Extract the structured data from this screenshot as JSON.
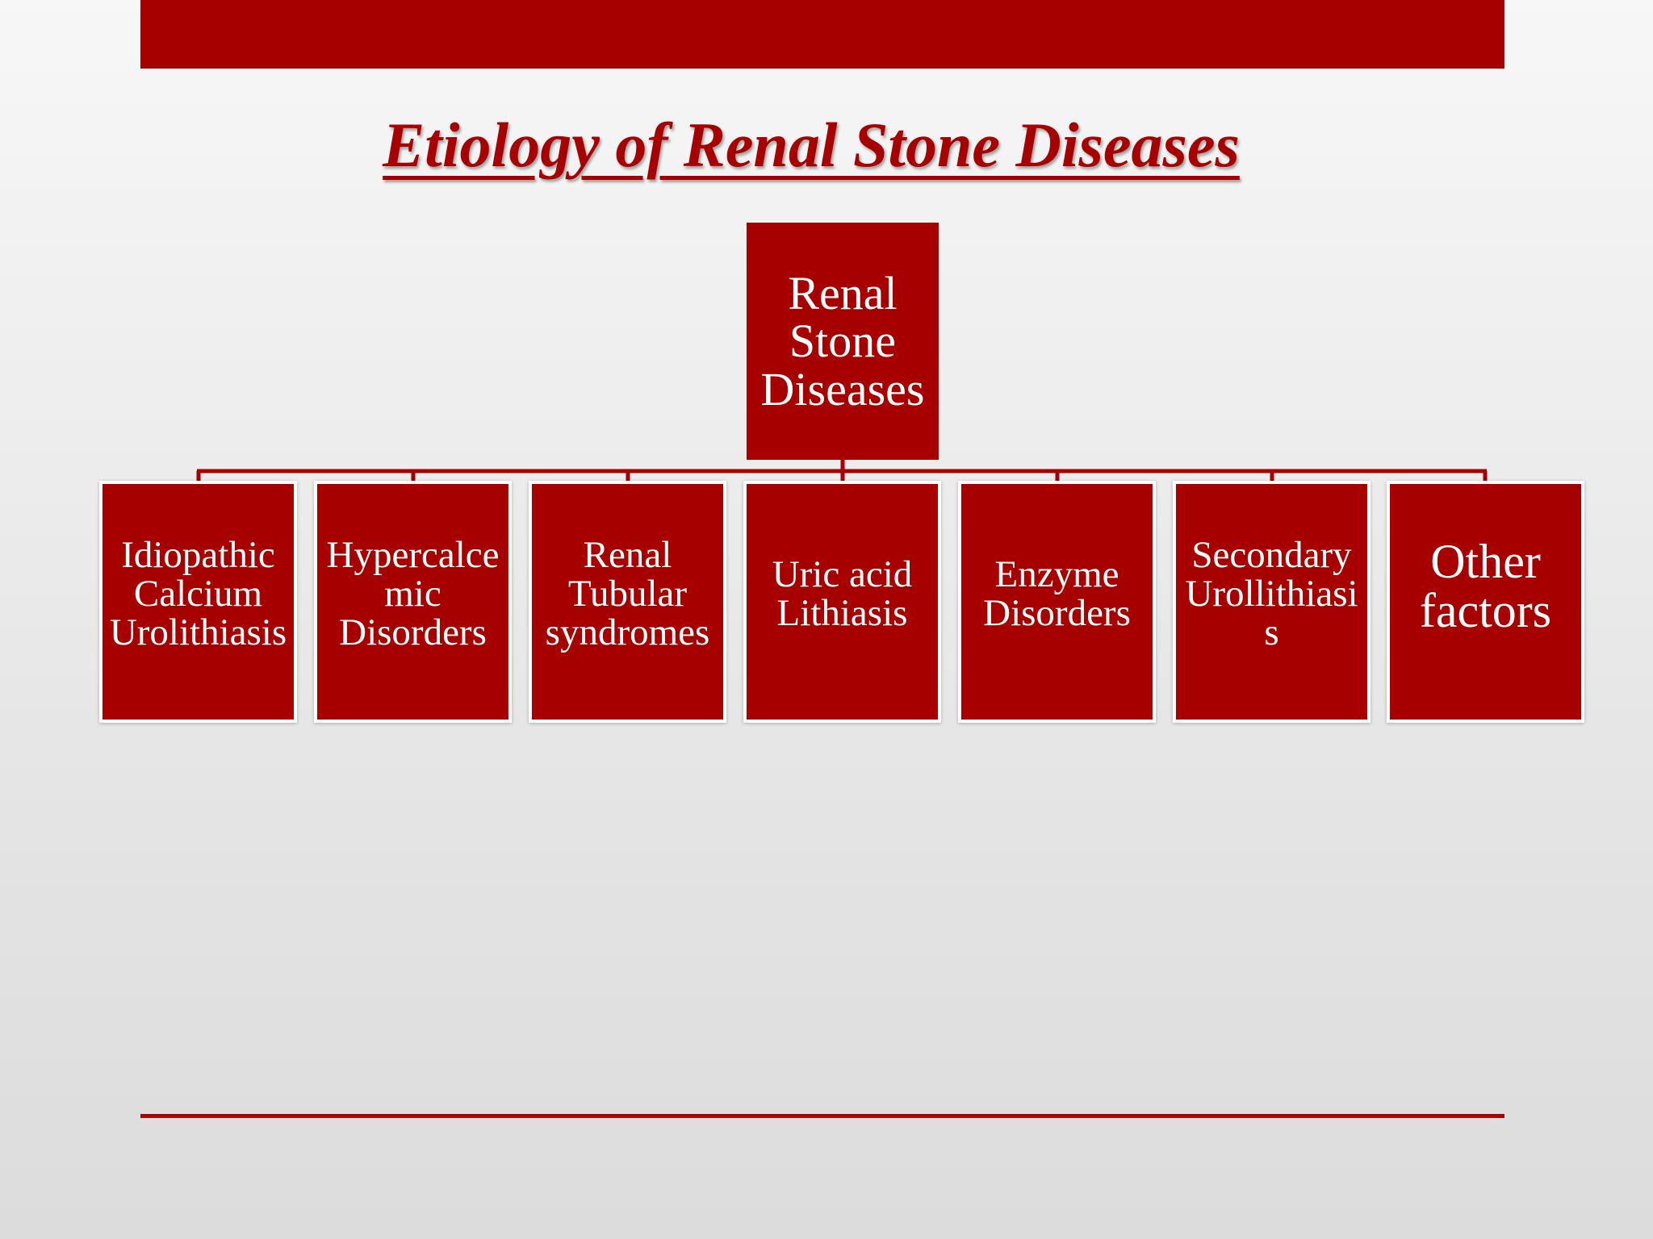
{
  "slide": {
    "title": "Etiology of Renal Stone Diseases",
    "accent_color": "#a60000"
  },
  "diagram": {
    "root": {
      "label": "Renal\nStone\nDiseases"
    },
    "children": [
      {
        "label": "Idiopathic\nCalcium\nUrolithiasis"
      },
      {
        "label": "Hypercalce\nmic\nDisorders"
      },
      {
        "label": "Renal\nTubular\nsyndromes"
      },
      {
        "label": "Uric acid\nLithiasis"
      },
      {
        "label": "Enzyme\nDisorders"
      },
      {
        "label": "Secondary\nUrollithiasi\ns"
      },
      {
        "label": "Other\nfactors"
      }
    ]
  }
}
